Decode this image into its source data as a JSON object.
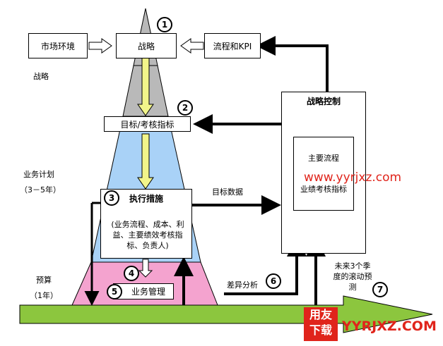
{
  "boxes": {
    "market": "市场环境",
    "strategy": "战略",
    "process_kpi": "流程和KPI",
    "targets": "目标/考核指标",
    "actions_title": "执行措施",
    "actions_body": "(业务流程、成本、利益、主要绩效考核指标、负责人)",
    "business_mgmt": "业务管理",
    "control_title": "战略控制",
    "control_inner_1": "主要流程",
    "control_inner_2": "业绩考核指标"
  },
  "labels": {
    "strategy_side": "战略",
    "business_plan": "业务计划",
    "business_plan_years": "（3－5年）",
    "budget": "预算",
    "budget_years": "（1年）",
    "target_data": "目标数据",
    "variance_analysis": "差异分析",
    "forecast": "未来3个季度的滚动预测"
  },
  "markers": [
    "1",
    "2",
    "3",
    "4",
    "5",
    "6",
    "7"
  ],
  "watermarks": {
    "site_top": "www.yyrjxz.com",
    "logo_line1": "用友",
    "logo_line2": "下载",
    "site_bottom": "YYRJXZ.COM"
  },
  "colors": {
    "apex_gray": "#b9b9b9",
    "upper_band_blue": "#a9d2f7",
    "lower_band_pink": "#f4a3cf",
    "base_arrow_green": "#8cc63e",
    "yellow_arrow": "#f2f58a",
    "watermark_red": "#e0241b"
  }
}
